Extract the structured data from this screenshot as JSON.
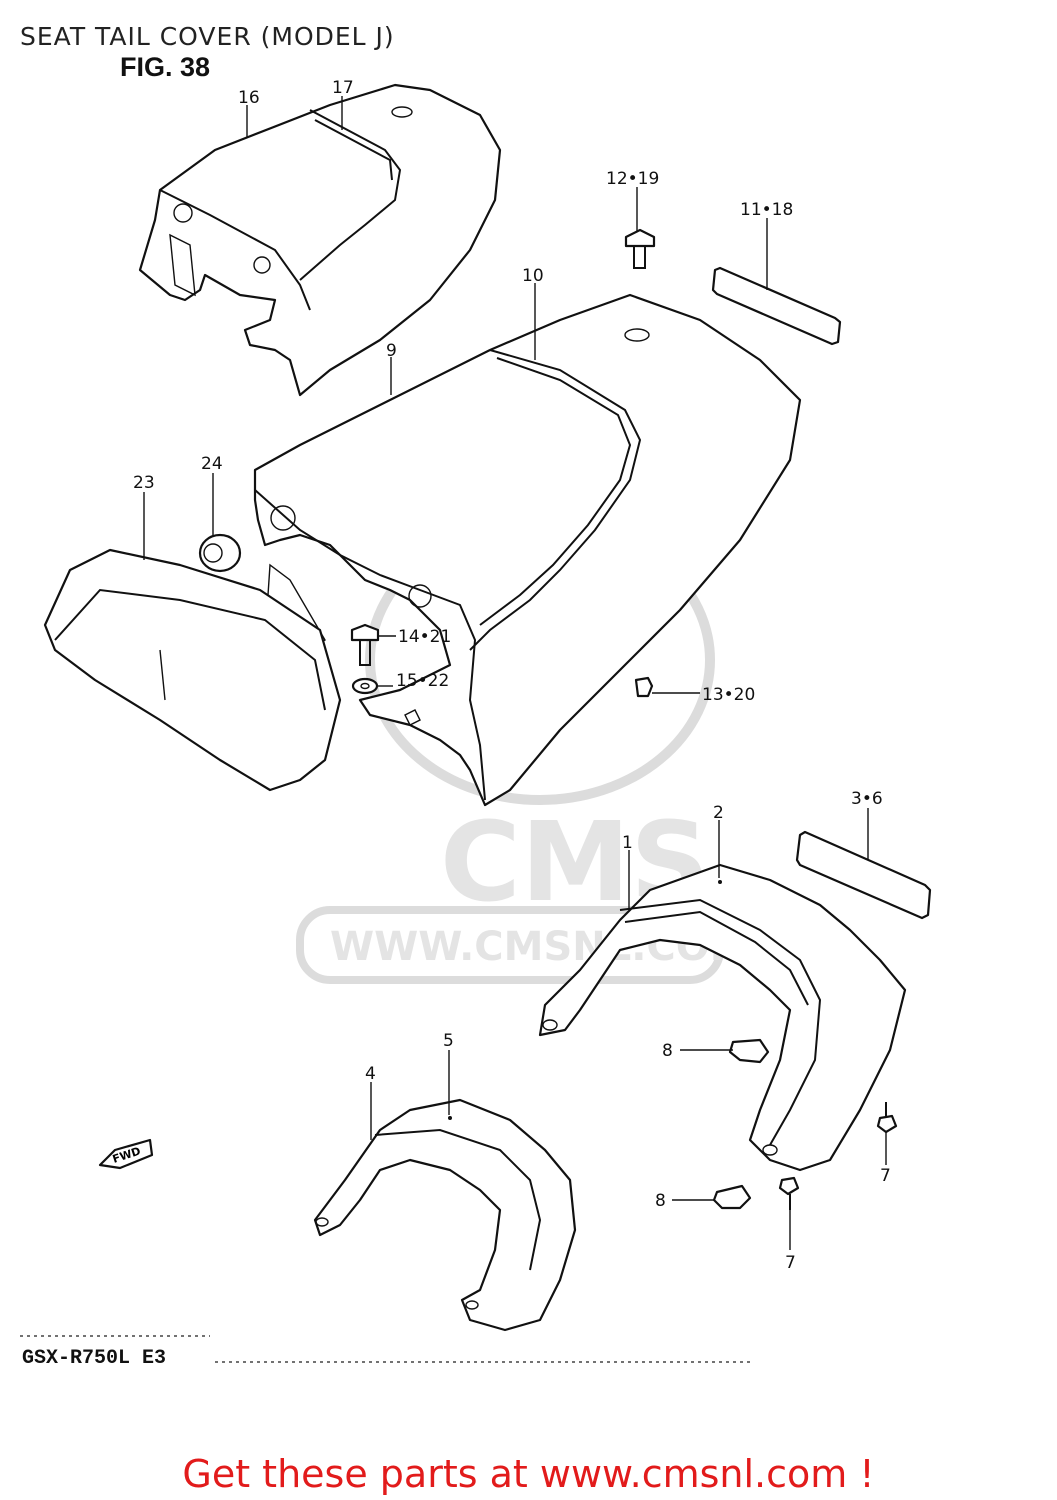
{
  "header": {
    "title": "SEAT TAIL COVER (MODEL J)",
    "figure": "FIG. 38"
  },
  "parts": {
    "p16": "16",
    "p17": "17",
    "p12_19": "12•19",
    "p11_18": "11•18",
    "p10": "10",
    "p9": "9",
    "p24": "24",
    "p23": "23",
    "p14_21": "14•21",
    "p15_22": "15•22",
    "p13_20": "13•20",
    "p3_6": "3•6",
    "p2": "2",
    "p1": "1",
    "p8a": "8",
    "p7a": "7",
    "p5": "5",
    "p4": "4",
    "p8b": "8",
    "p7b": "7"
  },
  "watermark": {
    "brand": "CMS",
    "url": "WWW.CMSNL.COM"
  },
  "fwd_arrow": "FWD",
  "model_code": "GSX-R750L E3",
  "footer": {
    "cta": "Get these parts at www.cmsnl.com !",
    "color": "#e21b1b"
  }
}
